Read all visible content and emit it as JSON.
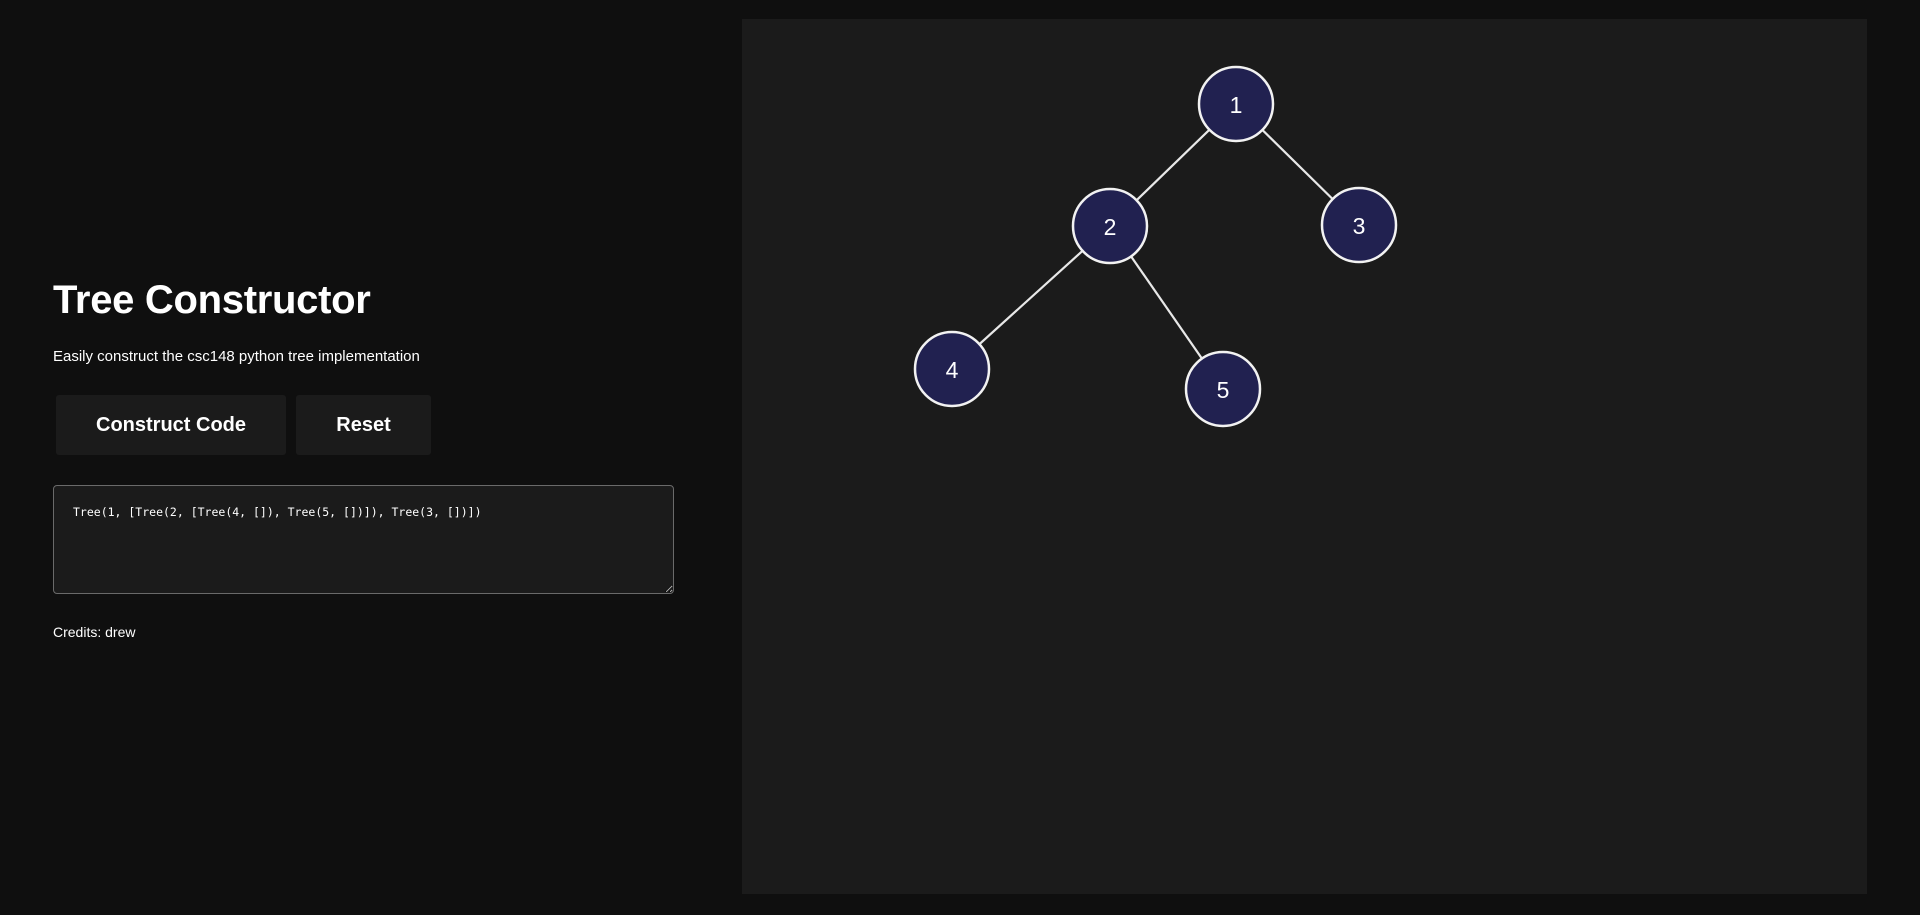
{
  "sidebar": {
    "title": "Tree Constructor",
    "subtitle": "Easily construct the csc148 python tree implementation",
    "construct_button_label": "Construct Code",
    "reset_button_label": "Reset",
    "code_output": "Tree(1, [Tree(2, [Tree(4, []), Tree(5, [])]), Tree(3, [])])",
    "credits": "Credits: drew"
  },
  "canvas": {
    "background": "#1b1b1b",
    "node_fill": "#212150",
    "node_stroke": "#f2f2f2",
    "nodes": [
      {
        "id": "n1",
        "label": "1"
      },
      {
        "id": "n2",
        "label": "2"
      },
      {
        "id": "n3",
        "label": "3"
      },
      {
        "id": "n4",
        "label": "4"
      },
      {
        "id": "n5",
        "label": "5"
      }
    ],
    "edges": [
      {
        "from": "n1",
        "to": "n2"
      },
      {
        "from": "n1",
        "to": "n3"
      },
      {
        "from": "n2",
        "to": "n4"
      },
      {
        "from": "n2",
        "to": "n5"
      }
    ]
  }
}
